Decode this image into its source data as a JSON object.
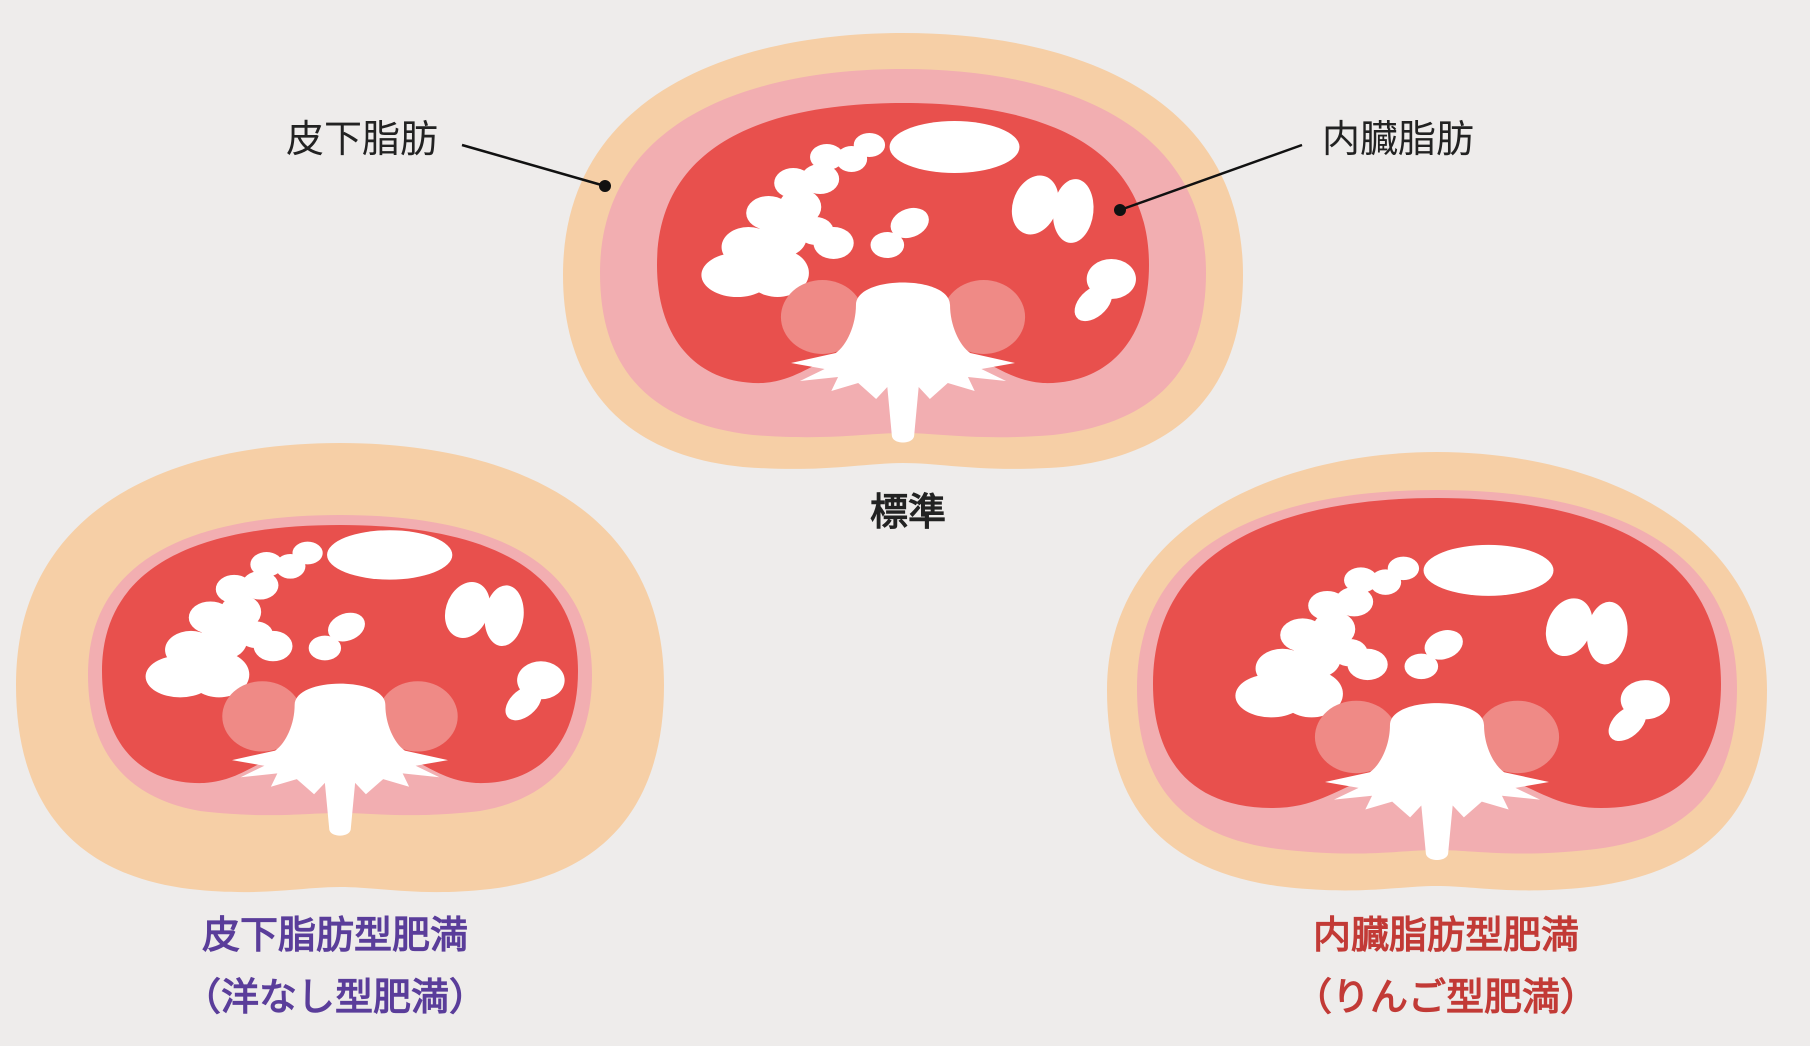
{
  "annotations": {
    "subcutaneous_fat": "皮下脂肪",
    "visceral_fat": "内臓脂肪"
  },
  "captions": {
    "standard": "標準",
    "subcutaneous_type_line1": "皮下脂肪型肥満",
    "subcutaneous_type_line2": "（洋なし型肥満）",
    "visceral_type_line1": "内臓脂肪型肥満",
    "visceral_type_line2": "（りんご型肥満）"
  },
  "colors": {
    "background": "#eeeceb",
    "subcutaneous_fat": "#f6cfa6",
    "muscle_layer": "#f2aeb1",
    "visceral_area": "#e8504d",
    "kidney": "#ef8a86",
    "organ_white": "#ffffff",
    "caption_standard": "#222222",
    "caption_subcutaneous": "#5a3d9a",
    "caption_visceral": "#c23a36",
    "annotation_text": "#222222"
  }
}
